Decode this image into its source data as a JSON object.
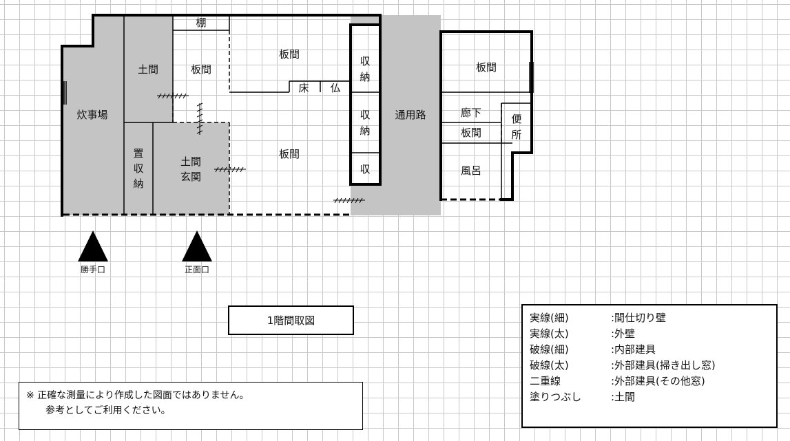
{
  "rooms": {
    "suijiba": "炊事場",
    "doma": "土間",
    "itama_left": "板間",
    "tana": "棚",
    "itama_top": "板間",
    "toko": "床",
    "butsu": "仏",
    "shuno1": [
      "収",
      "納"
    ],
    "shuno2": [
      "収",
      "納"
    ],
    "shuno3": "収",
    "okishuno": [
      "置",
      "収",
      "納"
    ],
    "doma_genkan": [
      "土間",
      "玄関"
    ],
    "itama_center": "板間",
    "tsuyoro": "通用路",
    "itama_right": "板間",
    "roka": "廊下",
    "itama_small": "板間",
    "benjo": [
      "便",
      "所"
    ],
    "furo": "風呂"
  },
  "entrances": {
    "katteguchi": "勝手口",
    "shomenguchi": "正面口"
  },
  "title": "1階間取図",
  "note": {
    "line1": "※ 正確な測量により作成した図面ではありません。",
    "line2": "参考としてご利用ください。"
  },
  "legend": [
    {
      "term": "実線(細)",
      "desc": ":間仕切り壁"
    },
    {
      "term": "実線(太)",
      "desc": ":外壁"
    },
    {
      "term": "破線(細)",
      "desc": ":内部建具"
    },
    {
      "term": "破線(太)",
      "desc": ":外部建具(掃き出し窓)"
    },
    {
      "term": "二重線",
      "desc": ":外部建具(その他窓)"
    },
    {
      "term": "塗りつぶし",
      "desc": ":土間"
    }
  ],
  "colors": {
    "doma_fill": "#c4c4c4",
    "wall": "#000000",
    "grid": "#c8c8c8"
  }
}
